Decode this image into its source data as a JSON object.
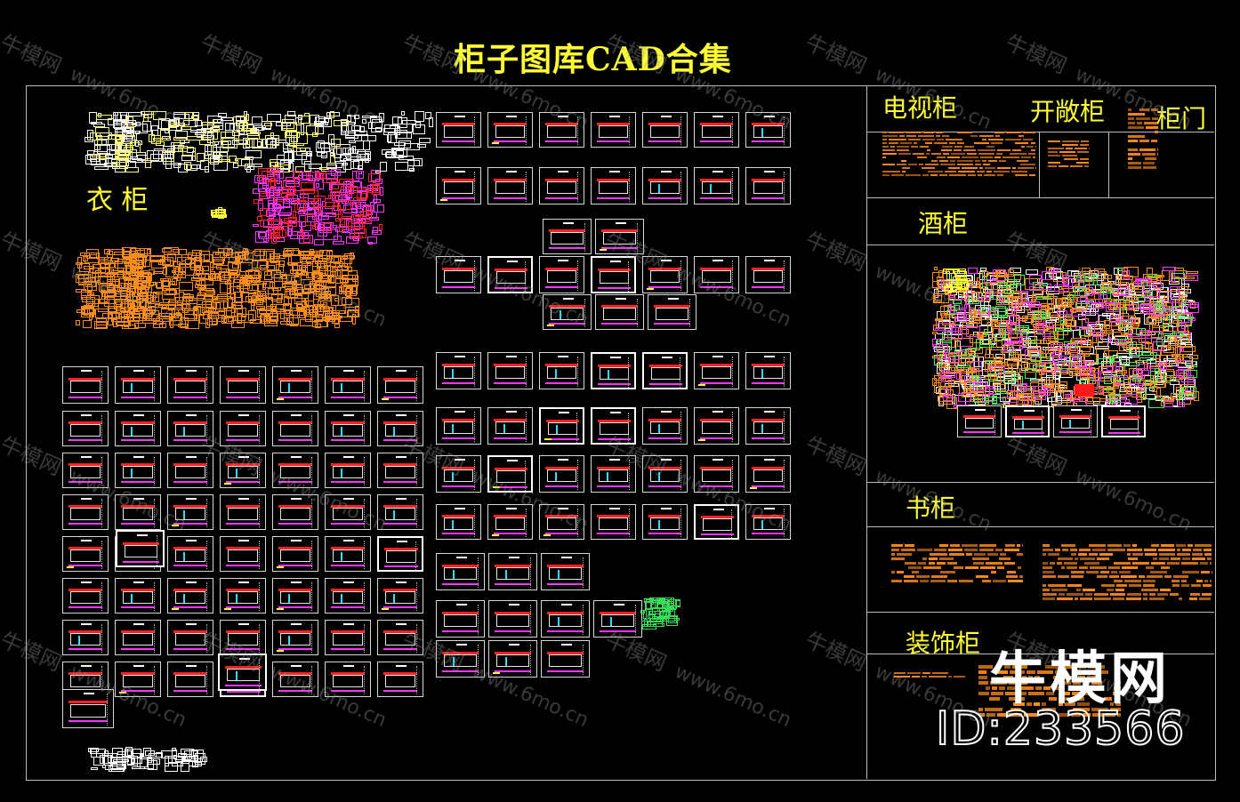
{
  "title": "柜子图库CAD合集",
  "sections": {
    "wardrobe": "衣 柜",
    "tv_cabinet": "电视柜",
    "open_cabinet": "开敞柜",
    "cabinet_door": "柜门",
    "wine_cabinet": "酒柜",
    "bookcase": "书柜",
    "display_cabinet": "装饰柜"
  },
  "brand": {
    "name": "牛模网",
    "id": "ID:233566"
  },
  "watermark": {
    "cn": "牛模网",
    "url": "www.6mo.cn"
  },
  "colors": {
    "background": "#000000",
    "label": "#ffff33",
    "linework_orange": "#ff8c1a",
    "linework_magenta": "#ff33ff",
    "linework_cyan": "#33ddff",
    "linework_red": "#ff2020",
    "frame": "#bdbdbd"
  }
}
